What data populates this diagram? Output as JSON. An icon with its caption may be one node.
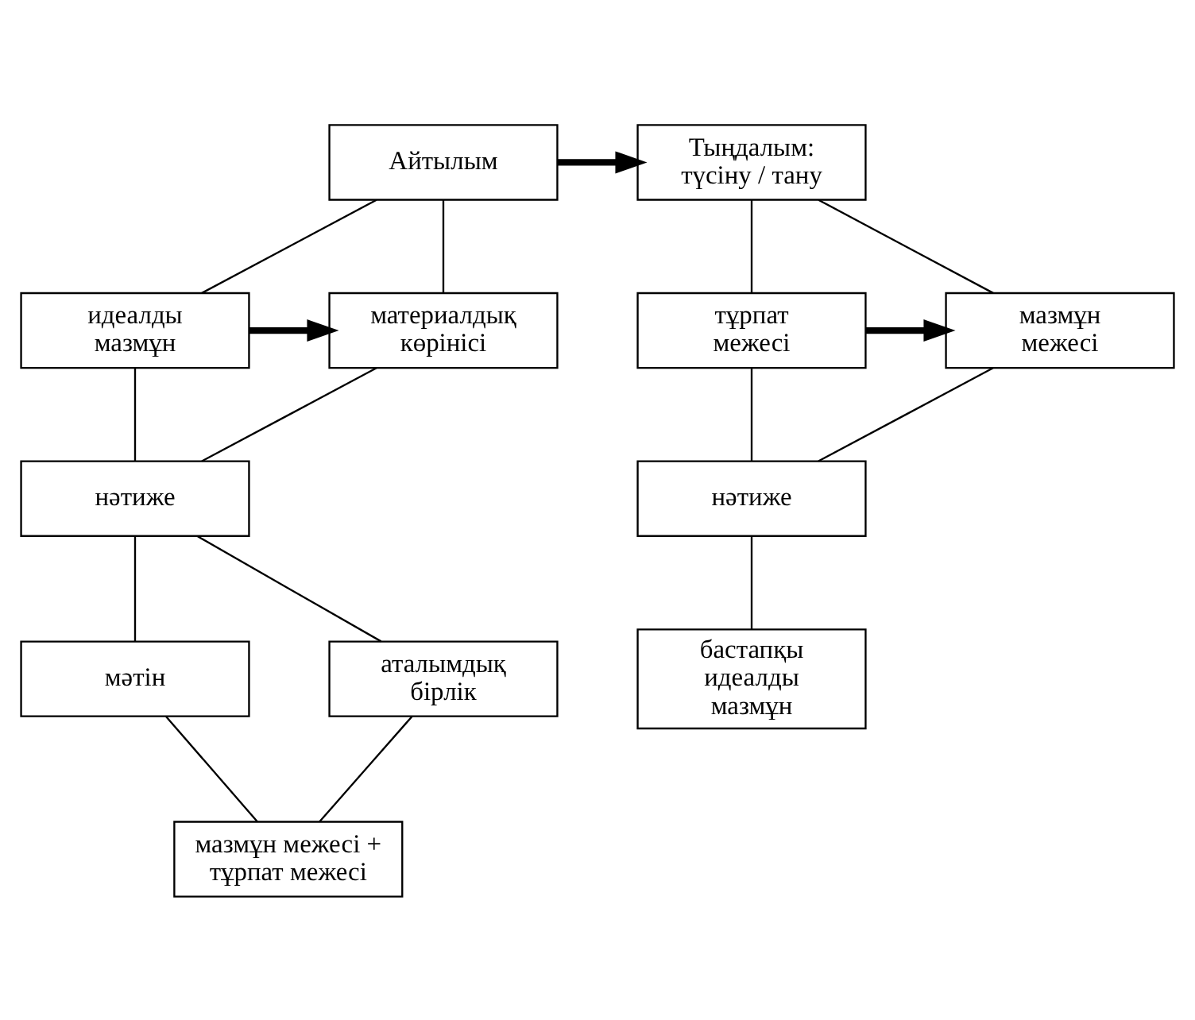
{
  "diagram": {
    "nodes": [
      {
        "text": [
          "Айтылым"
        ]
      },
      {
        "text": [
          "Тыңдалым: түсіну / тану"
        ]
      },
      {
        "text": [
          "идеалды мазмұн"
        ]
      },
      {
        "text": [
          "материалдық көрінісі"
        ]
      },
      {
        "text": [
          "тұрпат межесі"
        ]
      },
      {
        "text": [
          "мазмұн межесі"
        ]
      },
      {
        "text": [
          "нәтиже"
        ]
      },
      {
        "text": [
          "нәтиже"
        ]
      },
      {
        "text": [
          "мәтін"
        ]
      },
      {
        "text": [
          "аталымдық бірлік"
        ]
      },
      {
        "text": [
          "бастапқы идеалды мазмұн"
        ]
      },
      {
        "text": [
          "мазмұн межесі + тұрпат межесі"
        ]
      }
    ],
    "edges": [
      {
        "from": 0,
        "to": 1,
        "arrow": "to",
        "style": "thick"
      },
      {
        "from": 0,
        "to": 2,
        "arrow": "none"
      },
      {
        "from": 0,
        "to": 3,
        "arrow": "none"
      },
      {
        "from": 2,
        "to": 3,
        "arrow": "to",
        "style": "thick"
      },
      {
        "from": 1,
        "to": 4,
        "arrow": "none"
      },
      {
        "from": 1,
        "to": 5,
        "arrow": "none"
      },
      {
        "from": 4,
        "to": 5,
        "arrow": "to",
        "style": "thick"
      },
      {
        "from": 2,
        "to": 6,
        "arrow": "none"
      },
      {
        "from": 3,
        "to": 6,
        "arrow": "none"
      },
      {
        "from": 4,
        "to": 7,
        "arrow": "none"
      },
      {
        "from": 5,
        "to": 7,
        "arrow": "none"
      },
      {
        "from": 6,
        "to": 8,
        "arrow": "none"
      },
      {
        "from": 6,
        "to": 9,
        "arrow": "none"
      },
      {
        "from": 7,
        "to": 10,
        "arrow": "none"
      },
      {
        "from": 8,
        "to": 11,
        "arrow": "none"
      },
      {
        "from": 9,
        "to": 11,
        "arrow": "none"
      }
    ]
  }
}
